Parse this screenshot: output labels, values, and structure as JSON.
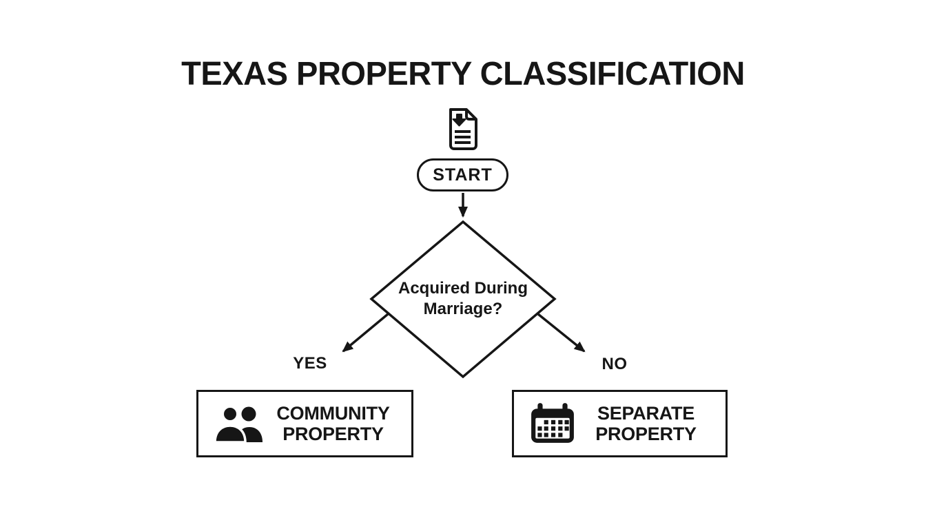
{
  "page": {
    "title": "TEXAS PROPERTY CLASSIFICATION"
  },
  "colors": {
    "ink": "#161616",
    "bg": "#ffffff"
  },
  "flowchart": {
    "start_node": {
      "label": "START",
      "icon": "document-icon"
    },
    "decision_node": {
      "line1": "Acquired During",
      "line2": "Marriage?"
    },
    "yes_branch": {
      "label": "YES"
    },
    "no_branch": {
      "label": "NO"
    },
    "community_node": {
      "line1": "COMMUNITY",
      "line2": "PROPERTY",
      "icon": "people-icon"
    },
    "separate_node": {
      "line1": "SEPARATE",
      "line2": "PROPERTY",
      "icon": "calendar-icon"
    }
  }
}
